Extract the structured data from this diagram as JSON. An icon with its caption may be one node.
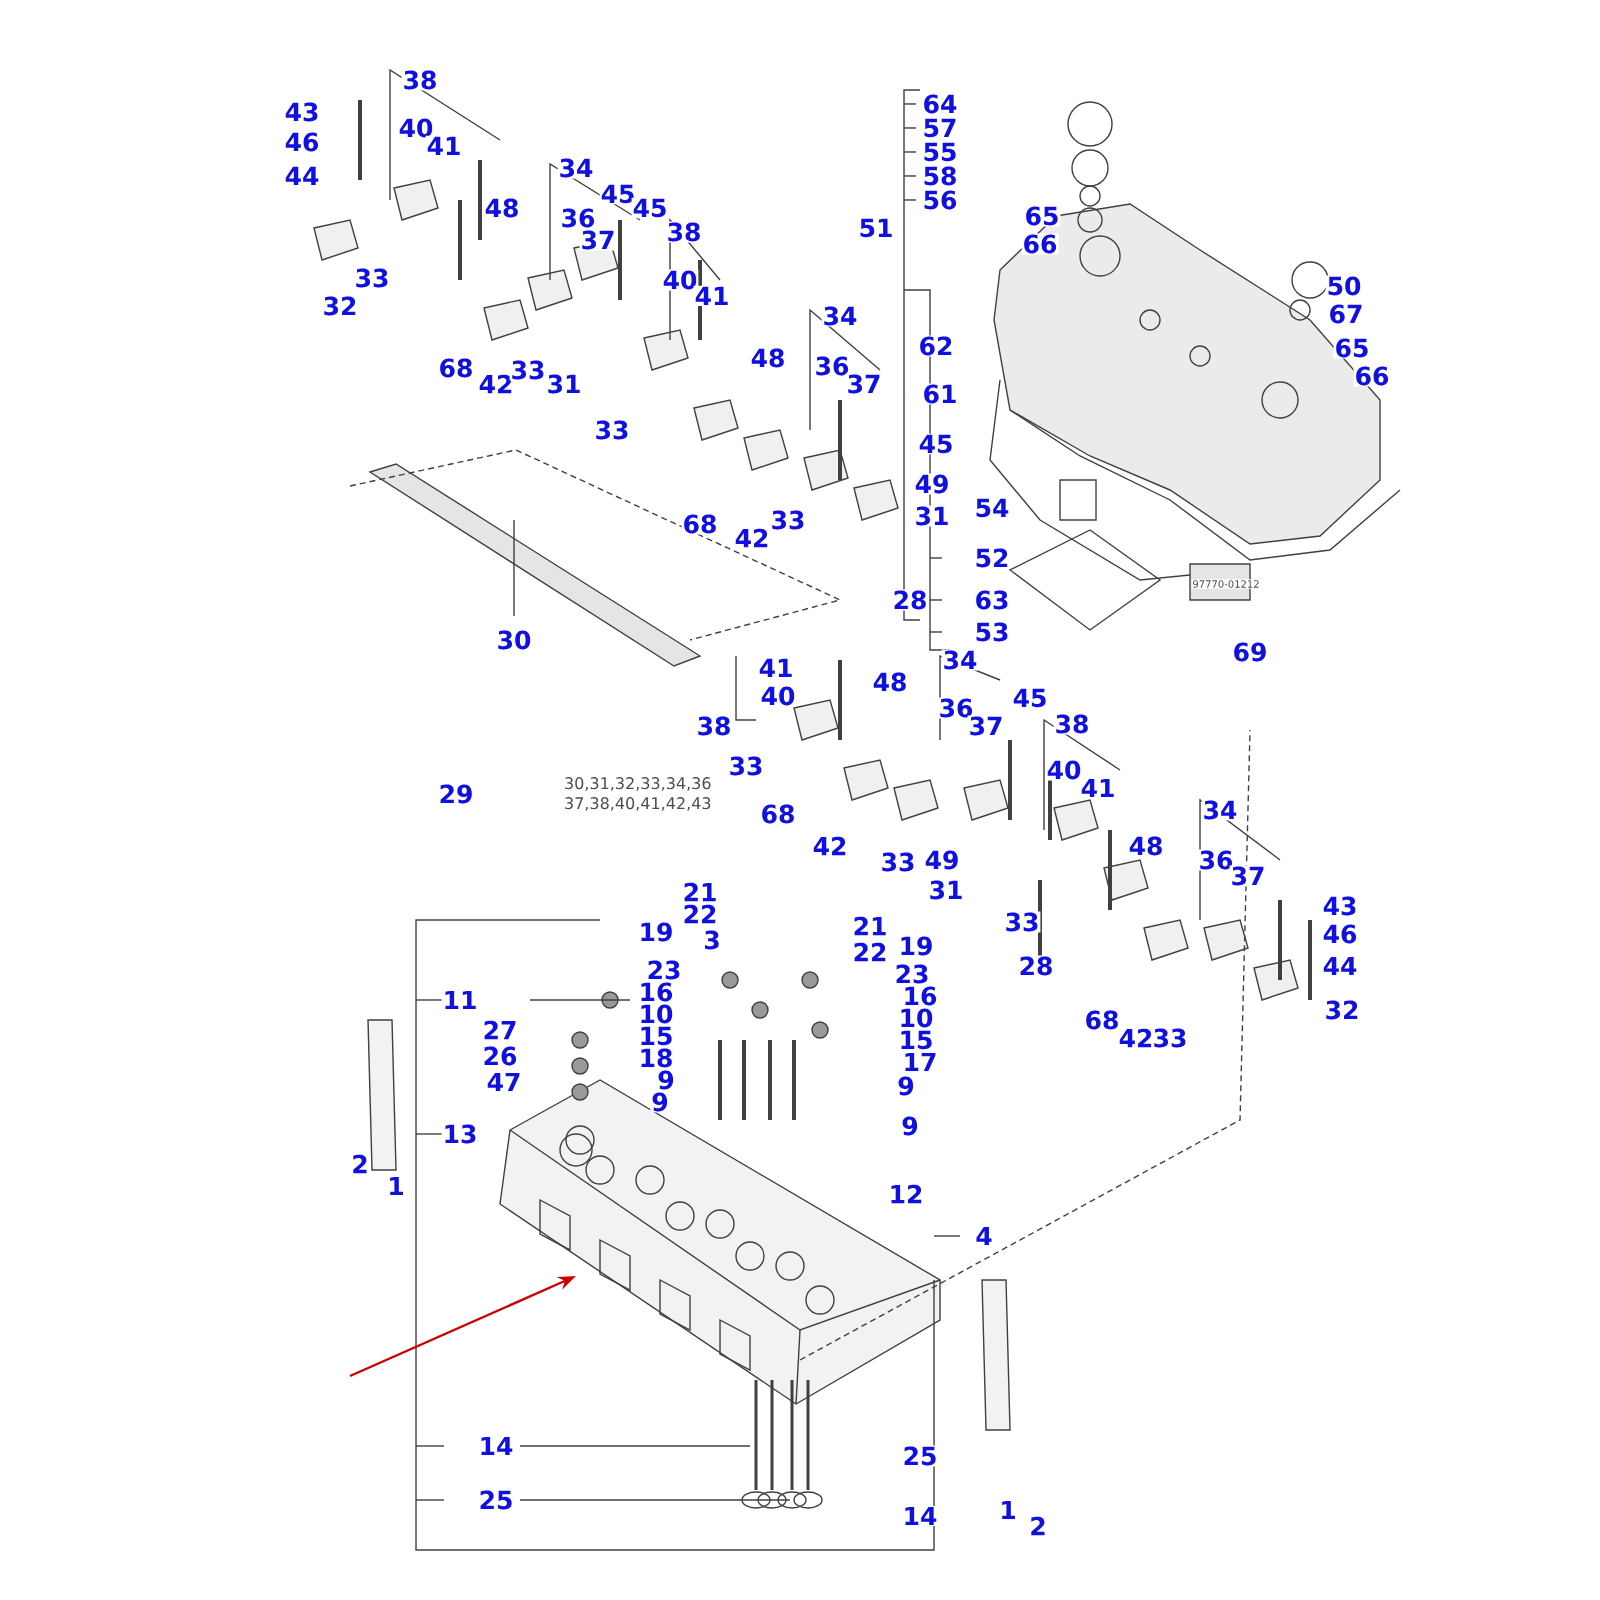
{
  "diagram": {
    "labels": [
      "43",
      "38",
      "46",
      "40",
      "41",
      "44",
      "48",
      "34",
      "45",
      "45",
      "36",
      "37",
      "38",
      "33",
      "40",
      "41",
      "32",
      "48",
      "34",
      "68",
      "42",
      "33",
      "31",
      "36",
      "37",
      "33",
      "45",
      "49",
      "31",
      "68",
      "42",
      "33",
      "28",
      "30",
      "64",
      "57",
      "55",
      "58",
      "56",
      "51",
      "65",
      "66",
      "50",
      "67",
      "62",
      "65",
      "66",
      "61",
      "54",
      "52",
      "63",
      "53",
      "69",
      "97770-01212",
      "41",
      "34",
      "48",
      "40",
      "45",
      "36",
      "38",
      "37",
      "38",
      "33",
      "40",
      "41",
      "29",
      "30,31,32,33,34,36 37,38,40,41,42,43",
      "34",
      "68",
      "42",
      "48",
      "36",
      "33",
      "49",
      "37",
      "31",
      "33",
      "43",
      "46",
      "28",
      "44",
      "32",
      "68",
      "42",
      "33",
      "21",
      "22",
      "21",
      "19",
      "3",
      "19",
      "22",
      "23",
      "23",
      "16",
      "16",
      "11",
      "10",
      "10",
      "27",
      "15",
      "15",
      "18",
      "26",
      "9",
      "17",
      "47",
      "9",
      "9",
      "9",
      "13",
      "2",
      "1",
      "12",
      "4",
      "14",
      "25",
      "25",
      "1",
      "14",
      "2"
    ]
  }
}
